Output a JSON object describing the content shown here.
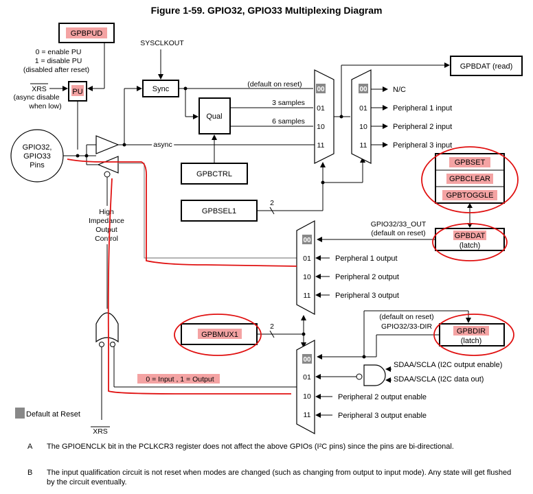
{
  "title": "Figure 1-59. GPIO32, GPIO33 Multiplexing Diagram",
  "registers": {
    "gpbpud": "GPBPUD",
    "pu": "PU",
    "sync": "Sync",
    "qual": "Qual",
    "gpbctrl": "GPBCTRL",
    "gpbsel1": "GPBSEL1",
    "gpbdat_read": "GPBDAT (read)",
    "gpbset": "GPBSET",
    "gpbclear": "GPBCLEAR",
    "gpbtoggle": "GPBTOGGLE",
    "gpbdat_latch_1": "GPBDAT",
    "gpbdat_latch_2": "(latch)",
    "gpbmux1": "GPBMUX1",
    "gpbdir_1": "GPBDIR",
    "gpbdir_2": "(latch)"
  },
  "labels": {
    "pu_line1": "0 = enable PU",
    "pu_line2": "1 = disable PU",
    "pu_line3": "(disabled after reset)",
    "xrs": "XRS",
    "xrs_note1": "(async disable",
    "xrs_note2": "when low)",
    "pins1": "GPIO32,",
    "pins2": "GPIO33",
    "pins3": "Pins",
    "sysclkout": "SYSCLKOUT",
    "default_on_reset": "(default on reset)",
    "samples3": "3 samples",
    "samples6": "6 samples",
    "async": "async",
    "two": "2",
    "hi_z1": "High",
    "hi_z2": "Impedance",
    "hi_z3": "Output",
    "hi_z4": "Control",
    "nc": "N/C",
    "periph1_in": "Peripheral 1 input",
    "periph2_in": "Peripheral 2 input",
    "periph3_in": "Peripheral 3 input",
    "gpio_out1": "GPIO32/33_OUT",
    "gpio_out2": "(default on reset)",
    "periph1_out": "Perpheral 1 output",
    "periph2_out": "Peripheral 2 output",
    "periph3_out": "Peripheral 3 output",
    "dir_default": "(default on reset)",
    "dir_name": "GPIO32/33-DIR",
    "sda_en": "SDAA/SCLA (I2C output enable)",
    "sda_out": "SDAA/SCLA (I2C data out)",
    "periph2_en": "Peripheral 2 output enable",
    "periph3_en": "Peripheral 3 output enable",
    "io_dir": "0 = Input , 1 = Output",
    "legend": "Default at Reset",
    "xrs_bottom": "XRS"
  },
  "ports": {
    "p00": "00",
    "p01": "01",
    "p10": "10",
    "p11": "11"
  },
  "notes": [
    {
      "letter": "A",
      "text": "The GPIOENCLK bit in the PCLKCR3 register does not affect the above GPIOs (I²C pins) since the pins are bi-directional."
    },
    {
      "letter": "B",
      "text": "The input qualification circuit is not reset when modes are changed (such as changing from output to input mode). Any state will get flushed by the circuit eventually."
    }
  ]
}
